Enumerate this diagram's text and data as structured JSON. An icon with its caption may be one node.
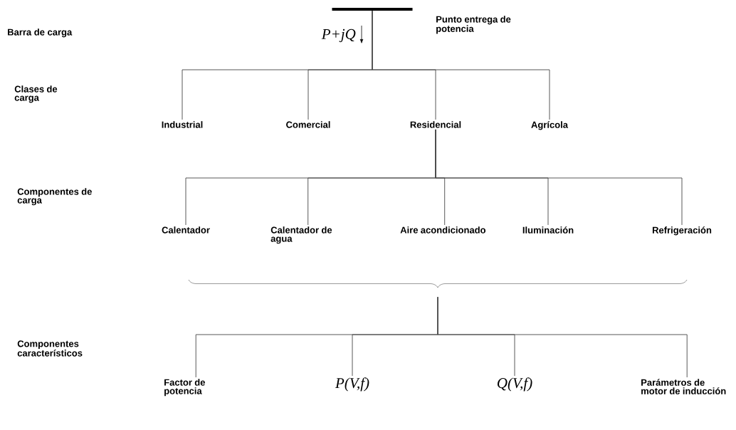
{
  "diagram": {
    "nodes": [
      {
        "text": [],
        "shape": "bar",
        "beside": [
          "P+jQ",
          "Punto entrega de potencia"
        ]
      },
      {
        "text": [
          "Industrial"
        ]
      },
      {
        "text": [
          "Comercial"
        ]
      },
      {
        "text": [
          "Residencial"
        ]
      },
      {
        "text": [
          "Agrícola"
        ]
      },
      {
        "text": [
          "Calentador"
        ]
      },
      {
        "text": [
          "Calentador de agua"
        ]
      },
      {
        "text": [
          "Aire acondicionado"
        ]
      },
      {
        "text": [
          "Iluminación"
        ]
      },
      {
        "text": [
          "Refrigeración"
        ]
      },
      {
        "text": [],
        "shape": "brace"
      },
      {
        "text": [
          "Factor de potencia"
        ]
      },
      {
        "text": [
          "P(V,f)"
        ]
      },
      {
        "text": [
          "Q(V,f)"
        ]
      },
      {
        "text": [
          "Parámetros de motor de inducción"
        ]
      }
    ],
    "edges": [
      {
        "from": 0,
        "to": 1,
        "arrow": "none"
      },
      {
        "from": 0,
        "to": 2,
        "arrow": "none"
      },
      {
        "from": 0,
        "to": 3,
        "arrow": "none"
      },
      {
        "from": 0,
        "to": 4,
        "arrow": "none"
      },
      {
        "from": 3,
        "to": 5,
        "arrow": "none"
      },
      {
        "from": 3,
        "to": 6,
        "arrow": "none"
      },
      {
        "from": 3,
        "to": 7,
        "arrow": "none"
      },
      {
        "from": 3,
        "to": 8,
        "arrow": "none"
      },
      {
        "from": 3,
        "to": 9,
        "arrow": "none"
      },
      {
        "from": 10,
        "to": 11,
        "arrow": "none"
      },
      {
        "from": 10,
        "to": 12,
        "arrow": "none"
      },
      {
        "from": 10,
        "to": 13,
        "arrow": "none"
      },
      {
        "from": 10,
        "to": 14,
        "arrow": "none"
      }
    ],
    "labels": [
      "Barra de carga",
      "Clases de carga",
      "Componentes de carga",
      "Componentes característicos"
    ]
  }
}
